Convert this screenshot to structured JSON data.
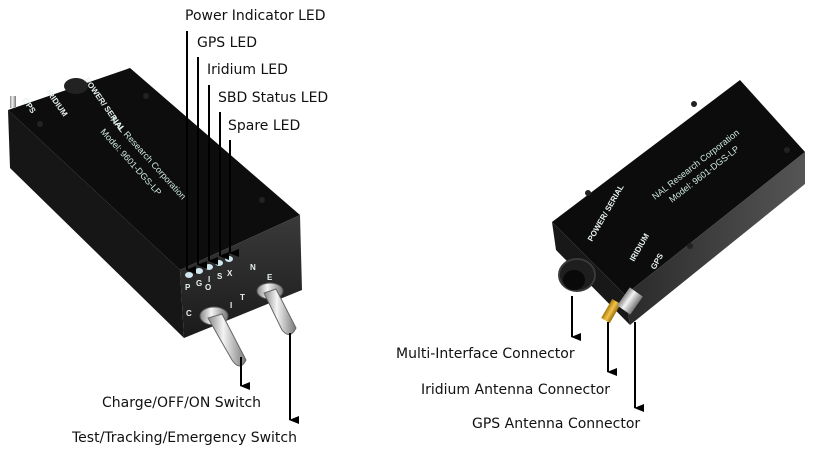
{
  "left_device": {
    "brand_text": "NAL Research Corporation",
    "model_text": "Model: 9601-DGS-LP",
    "port_labels": [
      "POWER/ SERIAL",
      "IRIDIUM",
      "GPS"
    ],
    "led_letters": [
      "P",
      "G",
      "I",
      "S",
      "X"
    ],
    "switch_letters": [
      "C",
      "O",
      "I",
      "T",
      "N",
      "E"
    ],
    "callouts": [
      {
        "label": "Power Indicator LED"
      },
      {
        "label": "GPS LED"
      },
      {
        "label": "Iridium LED"
      },
      {
        "label": "SBD Status LED"
      },
      {
        "label": "Spare LED"
      },
      {
        "label": "Charge/OFF/ON Switch"
      },
      {
        "label": "Test/Tracking/Emergency Switch"
      }
    ]
  },
  "right_device": {
    "brand_text": "NAL Research Corporation",
    "model_text": "Model: 9601-DGS-LP",
    "port_labels": [
      "POWER/ SERIAL",
      "IRIDIUM",
      "GPS"
    ],
    "callouts": [
      {
        "label": "Multi-Interface Connector"
      },
      {
        "label": "Iridium Antenna Connector"
      },
      {
        "label": "GPS Antenna Connector"
      }
    ]
  }
}
